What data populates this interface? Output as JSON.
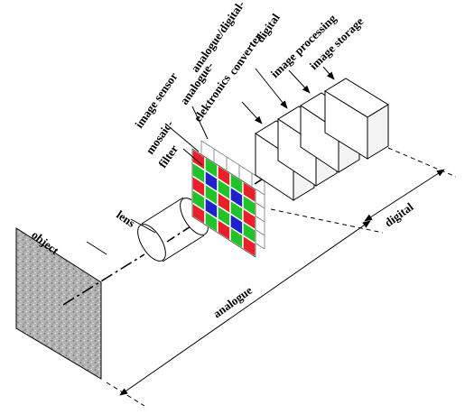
{
  "labels": {
    "object": "object",
    "lens": "lens",
    "image_sensor": "image sensor",
    "mosaic_filter_line1": "mosaic-",
    "mosaic_filter_line2": "filter",
    "analogue_electronics_line1": "analogue-",
    "analogue_electronics_line2": "elektronics",
    "adc_line1": "analogue/digital-",
    "adc_line2": "converter",
    "dip_line1": "digital",
    "dip_line2": "image processing",
    "image_storage": "image storage",
    "analogue_range": "analogue",
    "digital_range": "digital"
  },
  "colors": {
    "red": "#e8202a",
    "green": "#22c22a",
    "blue": "#1e22c8",
    "object_texture": "#a8a8a8",
    "line": "#000000"
  },
  "mosaic": {
    "rows": 5,
    "cols": 5,
    "pattern": [
      [
        "red",
        "green",
        "red",
        "green",
        "red"
      ],
      [
        "green",
        "blue",
        "green",
        "blue",
        "green"
      ],
      [
        "red",
        "green",
        "red",
        "green",
        "red"
      ],
      [
        "green",
        "blue",
        "green",
        "blue",
        "green"
      ],
      [
        "red",
        "green",
        "red",
        "green",
        "red"
      ]
    ]
  }
}
